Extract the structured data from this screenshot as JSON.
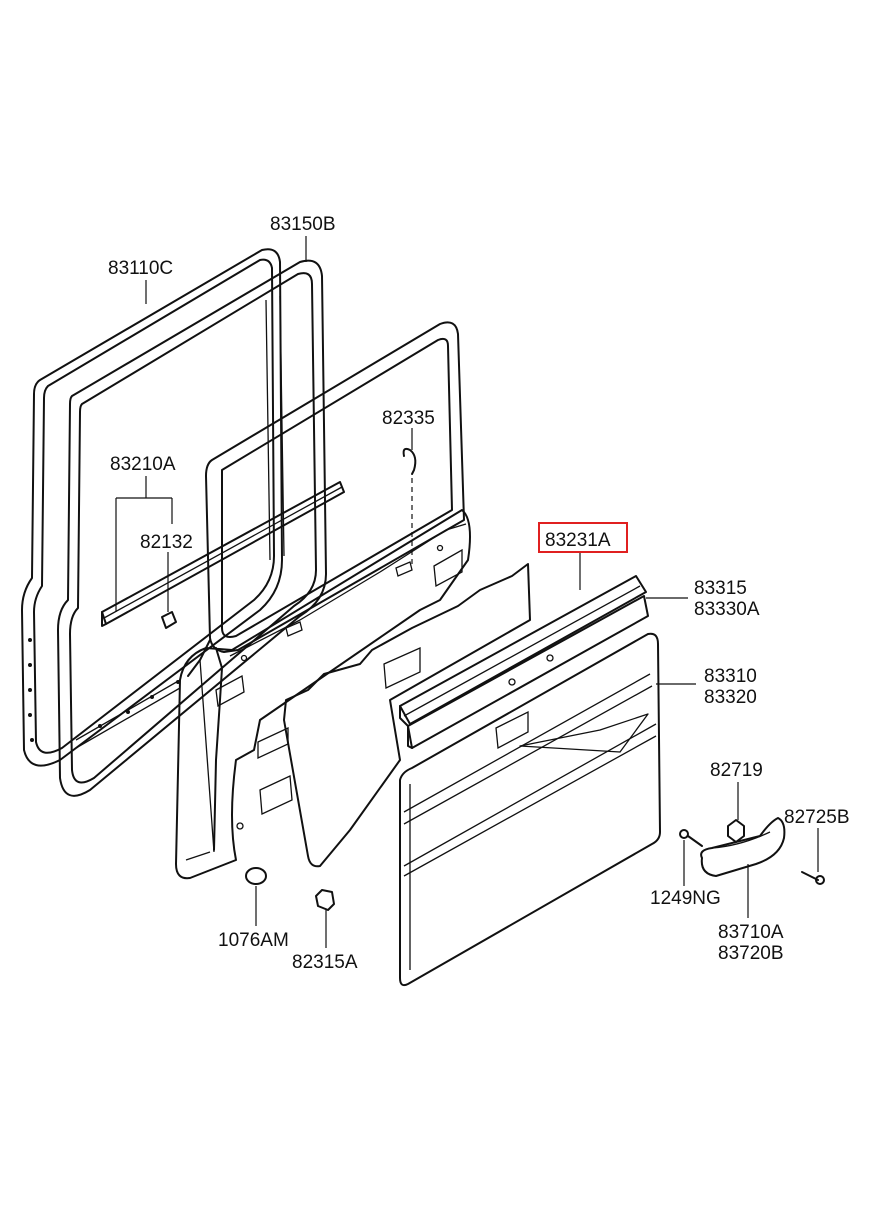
{
  "diagram": {
    "colors": {
      "line": "#111111",
      "highlight": "#e02020",
      "background": "#ffffff"
    },
    "parts": [
      {
        "id": "p83110c",
        "code": "83110C"
      },
      {
        "id": "p83150b",
        "code": "83150B"
      },
      {
        "id": "p83210a",
        "code": "83210A"
      },
      {
        "id": "p82132",
        "code": "82132"
      },
      {
        "id": "p82335",
        "code": "82335"
      },
      {
        "id": "p83231a",
        "code": "83231A",
        "highlighted": true
      },
      {
        "id": "p83315",
        "code": "83315"
      },
      {
        "id": "p83330a",
        "code": "83330A"
      },
      {
        "id": "p83310",
        "code": "83310"
      },
      {
        "id": "p83320",
        "code": "83320"
      },
      {
        "id": "p82719",
        "code": "82719"
      },
      {
        "id": "p82725b",
        "code": "82725B"
      },
      {
        "id": "p1249ng",
        "code": "1249NG"
      },
      {
        "id": "p83710a",
        "code": "83710A"
      },
      {
        "id": "p83720b",
        "code": "83720B"
      },
      {
        "id": "p1076am",
        "code": "1076AM"
      },
      {
        "id": "p82315a",
        "code": "82315A"
      }
    ]
  }
}
